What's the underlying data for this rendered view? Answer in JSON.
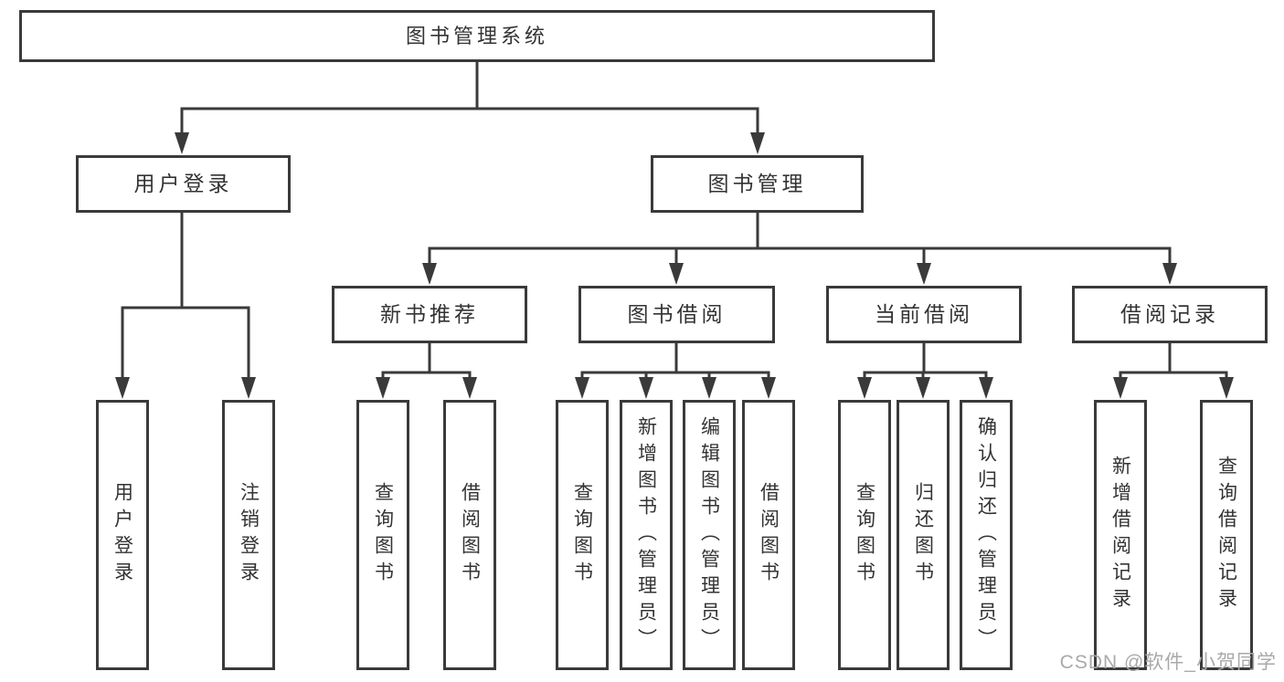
{
  "colors": {
    "line": "#3a3a3a",
    "box_border": "#3a3a3a",
    "text": "#333333",
    "watermark": "#a9a9a9",
    "background": "#ffffff"
  },
  "watermark": {
    "text": "CSDN @软件_小贺同学"
  },
  "tree": {
    "label": "图书管理系统",
    "children": [
      {
        "label": "用户登录",
        "children": [
          {
            "label": "用户登录"
          },
          {
            "label": "注销登录"
          }
        ]
      },
      {
        "label": "图书管理",
        "children": [
          {
            "label": "新书推荐",
            "children": [
              {
                "label": "查询图书"
              },
              {
                "label": "借阅图书"
              }
            ]
          },
          {
            "label": "图书借阅",
            "children": [
              {
                "label": "查询图书"
              },
              {
                "label": "新增图书（管理员）"
              },
              {
                "label": "编辑图书（管理员）"
              },
              {
                "label": "借阅图书"
              }
            ]
          },
          {
            "label": "当前借阅",
            "children": [
              {
                "label": "查询图书"
              },
              {
                "label": "归还图书"
              },
              {
                "label": "确认归还（管理员）"
              }
            ]
          },
          {
            "label": "借阅记录",
            "children": [
              {
                "label": "新增借阅记录"
              },
              {
                "label": "查询借阅记录"
              }
            ]
          }
        ]
      }
    ]
  }
}
